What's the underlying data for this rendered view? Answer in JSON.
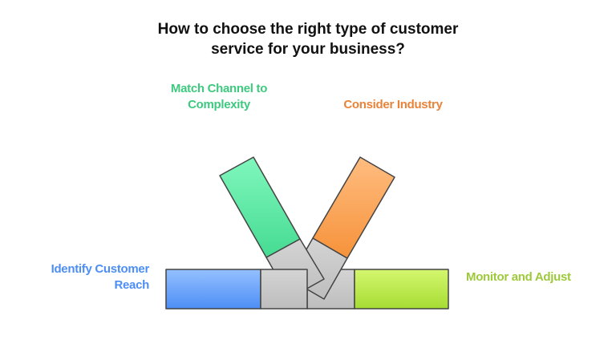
{
  "title": {
    "line1": "How to choose the right type of customer",
    "line2": "service for your business?"
  },
  "steps": [
    {
      "line1": "Identify Customer",
      "line2": "Reach",
      "color": "#4d8ef5"
    },
    {
      "line1": "Match Channel to",
      "line2": "Complexity",
      "color": "#3ec97f"
    },
    {
      "line1": "Consider Industry",
      "color": "#e8833a"
    },
    {
      "line1": "Monitor and Adjust",
      "color": "#9dc93a"
    }
  ]
}
